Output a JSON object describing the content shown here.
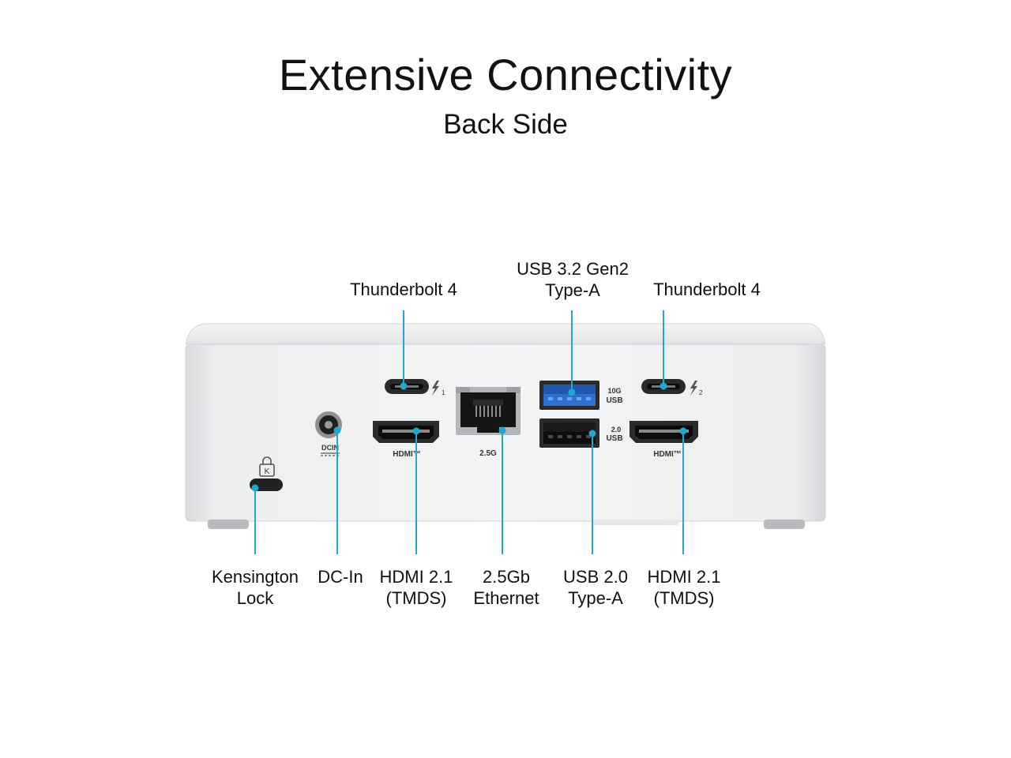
{
  "title": "Extensive Connectivity",
  "subtitle": "Back Side",
  "top_labels": [
    {
      "id": "tb1",
      "lines": [
        "Thunderbolt  4"
      ]
    },
    {
      "id": "usb32",
      "lines": [
        "USB 3.2 Gen2",
        "Type-A"
      ]
    },
    {
      "id": "tb2",
      "lines": [
        "Thunderbolt  4"
      ]
    }
  ],
  "bottom_labels": [
    {
      "id": "kensington",
      "lines": [
        "Kensington",
        "Lock"
      ]
    },
    {
      "id": "dcin",
      "lines": [
        "DC-In"
      ]
    },
    {
      "id": "hdmi1",
      "lines": [
        "HDMI 2.1",
        "(TMDS)"
      ]
    },
    {
      "id": "eth",
      "lines": [
        "2.5Gb",
        "Ethernet"
      ]
    },
    {
      "id": "usb20",
      "lines": [
        "USB 2.0",
        "Type-A"
      ]
    },
    {
      "id": "hdmi2",
      "lines": [
        "HDMI 2.1",
        "(TMDS)"
      ]
    }
  ],
  "port_markings": {
    "dcin": "DCIN",
    "hdmi": "HDMI™",
    "eth_speed": "2.5G",
    "usb_top_speed": "10G",
    "usb_top_type": "USB",
    "usb_bottom_speed": "2.0",
    "usb_bottom_type": "USB",
    "tb1_index": "1",
    "tb2_index": "2",
    "kensington_letter": "K"
  },
  "colors": {
    "callout": "#1fa7cf",
    "usb3_blue": "#2c6fd1",
    "chassis": "#eeeff1"
  }
}
